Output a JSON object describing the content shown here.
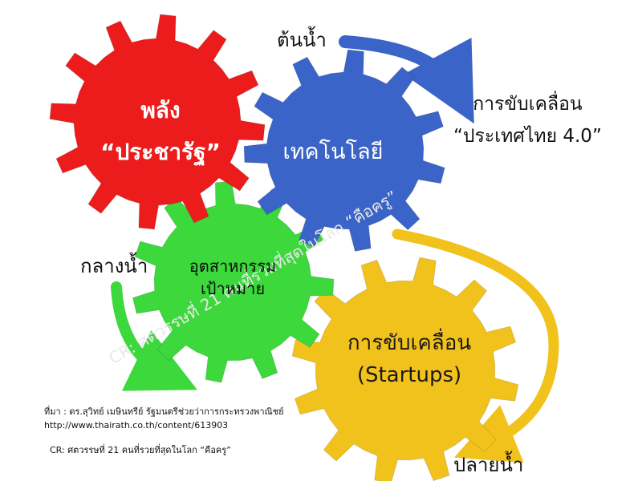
{
  "gears": {
    "red": {
      "line1": "พลัง",
      "line2": "“ประชารัฐ”",
      "color": "#ec1c1c"
    },
    "blue": {
      "line1": "เทคโนโลยี",
      "color": "#3b64c8"
    },
    "green": {
      "line1": "อุตสาหกรรม",
      "line2": "เป้าหมาย",
      "color": "#3cd83c"
    },
    "yellow": {
      "line1": "การขับเคลื่อน",
      "line2": "(Startups)",
      "color": "#f2c21c"
    }
  },
  "labels": {
    "upstream": "ต้นน้ำ",
    "midstream": "กลางน้ำ",
    "downstream": "ปลายน้ำ",
    "goal_line1": "การขับเคลื่อน",
    "goal_line2": "“ประเทศไทย 4.0”"
  },
  "arrows": {
    "blue": "#3b64c8",
    "green": "#3cd83c",
    "yellow": "#f2c21c"
  },
  "source": {
    "line1": "ที่มา : ดร.สุวิทย์ เมษินทรีย์ รัฐมนตรีช่วยว่าการกระทรวงพาณิชย์",
    "line2": "http://www.thairath.co.th/content/613903",
    "credit": "CR: ศตวรรษที่ 21 คนที่รวยที่สุดในโลก “คือครู”"
  },
  "watermark": "CR: ศตวรรษที่ 21 คนที่รวยที่สุดในโลก “คือครู”"
}
